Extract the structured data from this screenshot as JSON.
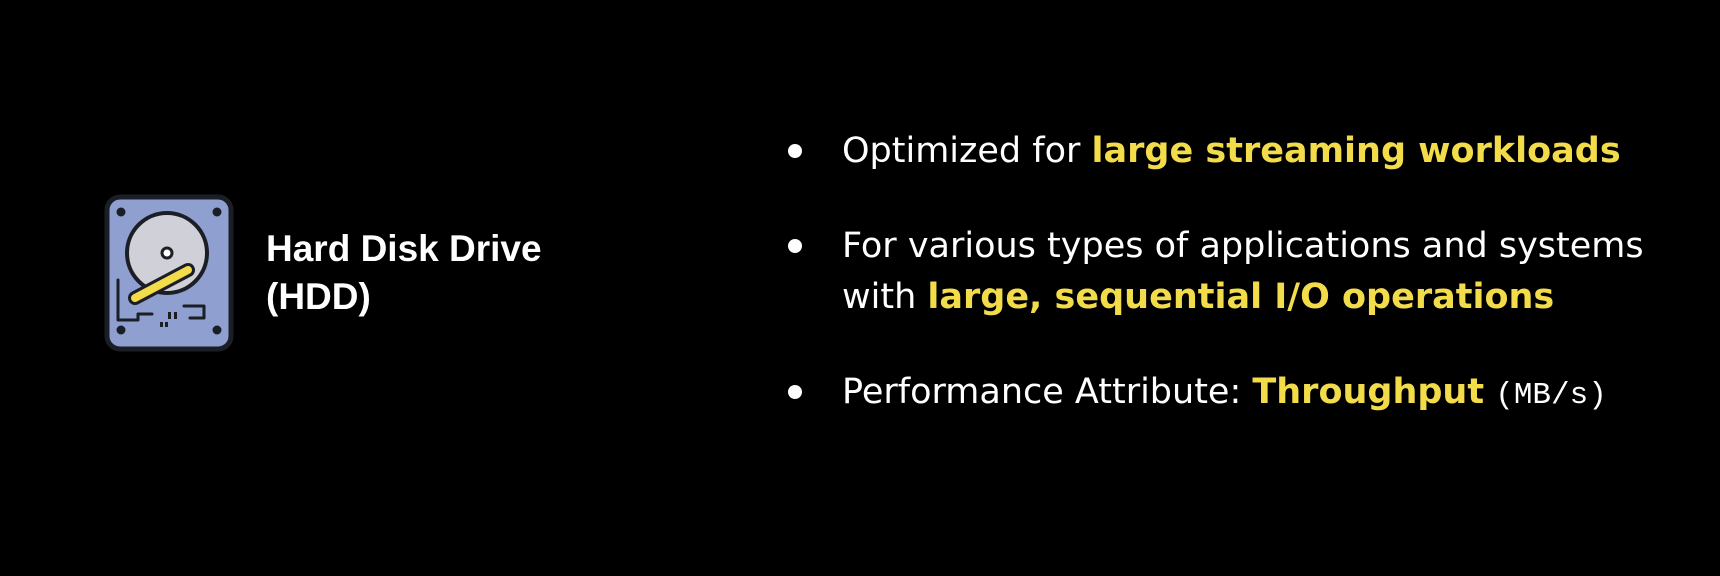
{
  "icon": "hard-disk-drive-icon",
  "colors": {
    "background": "#000000",
    "text": "#ffffff",
    "highlight": "#f3dc4a",
    "drive_body": "#8e9fd0",
    "platter": "#cfd0d8",
    "arm": "#f3dc4a"
  },
  "title": {
    "line1": "Hard Disk Drive",
    "line2": "(HDD)"
  },
  "bullets": [
    {
      "prefix": "Optimized for ",
      "highlight": "large streaming workloads"
    },
    {
      "line1": "For various types of applications and systems",
      "prefix": "with ",
      "highlight": "large, sequential I/O operations"
    },
    {
      "prefix": "Performance Attribute: ",
      "highlight": "Throughput",
      "unit": "(MB/s)"
    }
  ]
}
